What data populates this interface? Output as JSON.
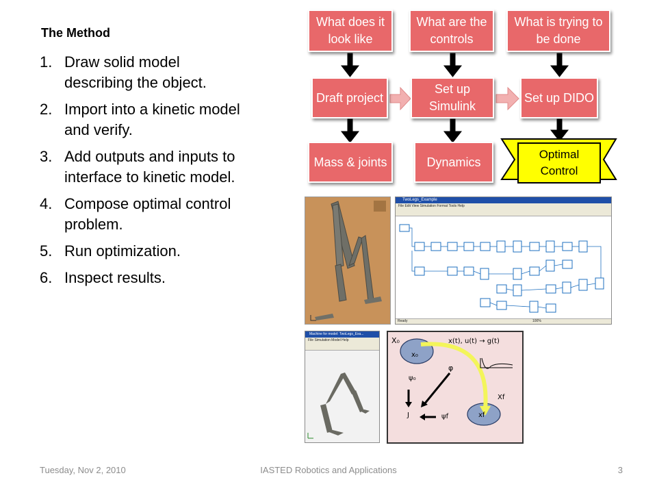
{
  "slide": {
    "title": "The Method",
    "steps": [
      {
        "num": "1.",
        "text": "Draw solid model describing the object."
      },
      {
        "num": "2.",
        "text": "Import into a kinetic model and verify."
      },
      {
        "num": "3.",
        "text": "Add outputs and inputs to interface to kinetic model."
      },
      {
        "num": "4.",
        "text": "Compose optimal control problem."
      },
      {
        "num": "5.",
        "text": "Run optimization."
      },
      {
        "num": "6.",
        "text": "Inspect results."
      }
    ]
  },
  "flow": {
    "q1": "What does it look like",
    "q2": "What are the controls",
    "q3": "What is trying to be done",
    "draft": "Draft project",
    "simulink": "Set up Simulink",
    "dido": "Set up DIDO",
    "mass": "Mass & joints",
    "dynamics": "Dynamics",
    "optimal": "Optimal Control",
    "colors": {
      "box": "#e8686a",
      "arrow_dark": "#000000",
      "arrow_side": "#f2b0b0",
      "optimal": "#ffff00"
    }
  },
  "images": {
    "simulink_title": "TwoLegs_Example",
    "simulink_menu": "File  Edit  View  Simulation  Format  Tools  Help",
    "simulink_status": "Ready",
    "simulink_zoom": "100%",
    "mechanics_title": "Machine for model: TwoLegs_Exa...",
    "mechanics_menu": "File  Simulation  Model  Help",
    "opt_labels": {
      "X0": "X₀",
      "x0": "x₀",
      "traj": "x(t), u(t) → g(t)",
      "phi": "φ",
      "psi0": "ψ₀",
      "J": "J",
      "psif": "ψf",
      "Xf": "Xf",
      "xf": "xf"
    }
  },
  "footer": {
    "date": "Tuesday, Nov 2, 2010",
    "event": "IASTED Robotics and Applications",
    "page": "3"
  }
}
